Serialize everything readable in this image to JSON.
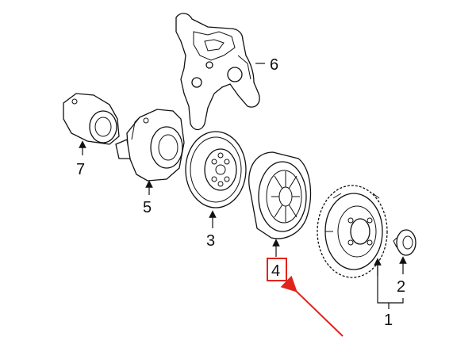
{
  "callouts": [
    {
      "id": "1",
      "label": "1"
    },
    {
      "id": "2",
      "label": "2"
    },
    {
      "id": "3",
      "label": "3"
    },
    {
      "id": "4",
      "label": "4"
    },
    {
      "id": "5",
      "label": "5"
    },
    {
      "id": "6",
      "label": "6"
    },
    {
      "id": "7",
      "label": "7"
    }
  ],
  "highlighted_callout": "4",
  "colors": {
    "line": "#111111",
    "highlight": "#e2231a",
    "background": "#ffffff"
  }
}
